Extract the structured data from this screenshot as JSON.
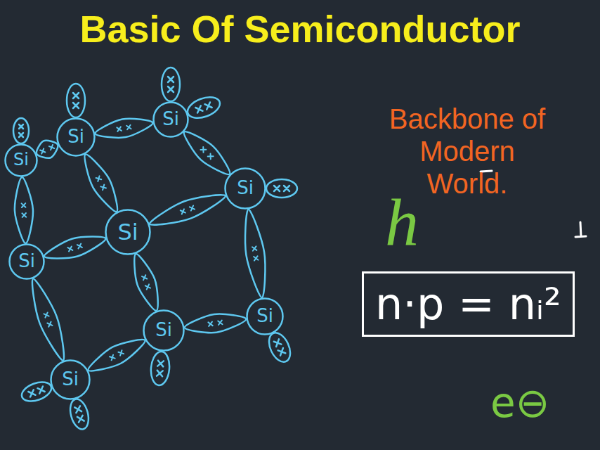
{
  "diagram": {
    "title": "Basic Of Semiconductor",
    "nodes": [
      {
        "text": [
          "Si"
        ]
      },
      {
        "text": [
          "Si"
        ]
      },
      {
        "text": [
          "Si"
        ]
      },
      {
        "text": [
          "Si"
        ]
      },
      {
        "text": [
          "Si"
        ]
      },
      {
        "text": [
          "Si"
        ]
      },
      {
        "text": [
          "Si"
        ]
      },
      {
        "text": [
          "Si"
        ]
      },
      {
        "text": [
          "Si"
        ]
      },
      {
        "text": [
          "n·p = nᵢ²"
        ]
      }
    ],
    "edges": [
      {
        "from": 0,
        "to": 1,
        "arrow": "none"
      },
      {
        "from": 2,
        "to": 0,
        "arrow": "none"
      },
      {
        "from": 0,
        "to": 4,
        "arrow": "none"
      },
      {
        "from": 1,
        "to": 3,
        "arrow": "none"
      },
      {
        "from": 2,
        "to": 5,
        "arrow": "none"
      },
      {
        "from": 5,
        "to": 4,
        "arrow": "none"
      },
      {
        "from": 4,
        "to": 3,
        "arrow": "none"
      },
      {
        "from": 4,
        "to": 7,
        "arrow": "none"
      },
      {
        "from": 7,
        "to": 6,
        "arrow": "none"
      },
      {
        "from": 3,
        "to": 6,
        "arrow": "none"
      },
      {
        "from": 5,
        "to": 8,
        "arrow": "none"
      },
      {
        "from": 7,
        "to": 8,
        "arrow": "none"
      }
    ],
    "labels": [
      "Backbone of Modern World.",
      "h",
      "e⊖"
    ]
  }
}
